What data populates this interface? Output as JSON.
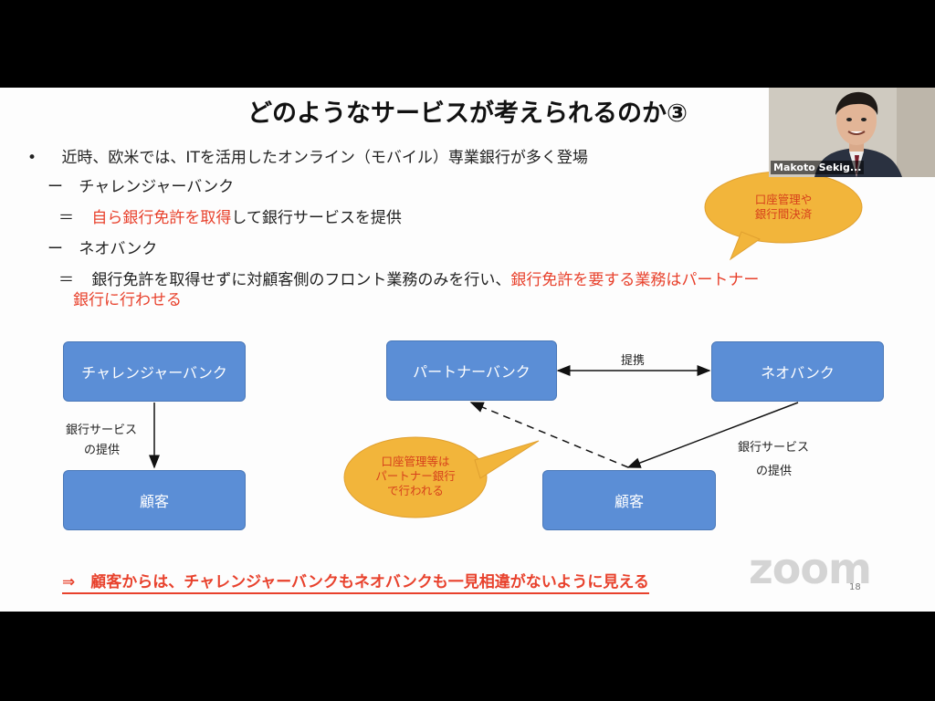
{
  "slide": {
    "title": "どのようなサービスが考えられるのか③",
    "bullet_marker": "•",
    "bullet_text": "近時、欧米では、ITを活用したオンライン（モバイル）専業銀行が多く登場",
    "dash": "ー",
    "eq": "＝",
    "challenger": {
      "heading": "チャレンジャーバンク",
      "def_red": "自ら銀行免許を取得",
      "def_rest": "して銀行サービスを提供"
    },
    "neo": {
      "heading": "ネオバンク",
      "def_line1_black": "銀行免許を取得せずに対顧客側のフロント業務のみを行い、",
      "def_line1_red": "銀行免許を要する業務はパートナー",
      "def_line2_red": "銀行に行わせる"
    },
    "callout_top": [
      "口座管理や",
      "銀行間決済"
    ],
    "callout_bottom": [
      "口座管理等は",
      "パートナー銀行",
      "で行われる"
    ],
    "diagram": {
      "challenger_box": "チャレンジャーバンク",
      "customer_box_left": "顧客",
      "left_label": [
        "銀行サービス",
        "の提供"
      ],
      "partner_box": "パートナーバンク",
      "neo_box": "ネオバンク",
      "customer_box_right": "顧客",
      "alliance_label": "提携",
      "right_label": [
        "銀行サービス",
        "の提供"
      ]
    },
    "conclusion": "⇒　顧客からは、チャレンジャーバンクもネオバンクも一見相違がないように見える",
    "page_number": "18"
  },
  "video": {
    "participant_name": "Makoto Sekig..."
  },
  "watermark": "zoom",
  "colors": {
    "box_fill": "#5b8ed6",
    "accent_red": "#e8412c",
    "callout_fill": "#f2b53b"
  }
}
